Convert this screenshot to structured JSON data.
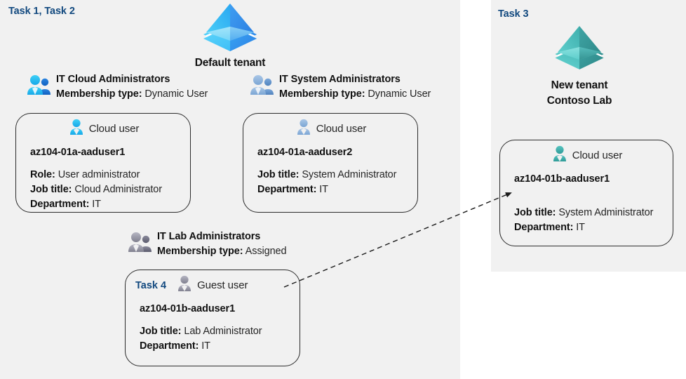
{
  "colors": {
    "panel_bg": "#f1f1f1",
    "page_bg": "#ffffff",
    "task_label": "#12497f",
    "card_border": "#2b2b2b",
    "tenant_default_blue": "#29b6f6",
    "tenant_new_teal": "#4dbdbd",
    "person_cyan": "#29c0f0",
    "person_blue": "#8fb4dd",
    "person_gray": "#9b9bab",
    "person_teal": "#3fb4b0"
  },
  "left_panel": {
    "task_label": "Task 1, Task 2",
    "tenant": {
      "icon": "azure-tenant-icon",
      "name": "Default tenant"
    },
    "groups": [
      {
        "icon": "people-group-icon",
        "title": "IT Cloud Administrators",
        "meta_label": "Membership type:",
        "meta_value": "Dynamic User",
        "card": {
          "user_icon": "cloud-user-icon",
          "user_type": "Cloud user",
          "upn": "az104-01a-aaduser1",
          "props": [
            {
              "label": "Role:",
              "value": "User administrator"
            },
            {
              "label": "Job title:",
              "value": "Cloud Administrator"
            },
            {
              "label": "Department:",
              "value": "IT"
            }
          ]
        }
      },
      {
        "icon": "people-group-icon",
        "title": "IT System Administrators",
        "meta_label": "Membership type:",
        "meta_value": "Dynamic User",
        "card": {
          "user_icon": "cloud-user-icon",
          "user_type": "Cloud user",
          "upn": "az104-01a-aaduser2",
          "props": [
            {
              "label": "Job title:",
              "value": "System Administrator"
            },
            {
              "label": "Department:",
              "value": "IT"
            }
          ]
        }
      },
      {
        "icon": "people-group-icon",
        "title": "IT Lab Administrators",
        "meta_label": "Membership type:",
        "meta_value": "Assigned",
        "card": {
          "task_tag": "Task 4",
          "user_icon": "guest-user-icon",
          "user_type": "Guest user",
          "upn": "az104-01b-aaduser1",
          "props": [
            {
              "label": "Job title:",
              "value": "Lab Administrator"
            },
            {
              "label": "Department:",
              "value": "IT"
            }
          ]
        }
      }
    ]
  },
  "right_panel": {
    "task_label": "Task 3",
    "tenant": {
      "icon": "azure-tenant-icon",
      "name_line1": "New  tenant",
      "name_line2": "Contoso Lab"
    },
    "card": {
      "user_icon": "cloud-user-icon",
      "user_type": "Cloud user",
      "upn": "az104-01b-aaduser1",
      "props": [
        {
          "label": "Job title:",
          "value": "System Administrator"
        },
        {
          "label": "Department:",
          "value": "IT"
        }
      ]
    }
  },
  "connector": {
    "type": "dashed-arrow",
    "from": "guest-user-card",
    "to": "new-tenant-cloud-user-card"
  }
}
